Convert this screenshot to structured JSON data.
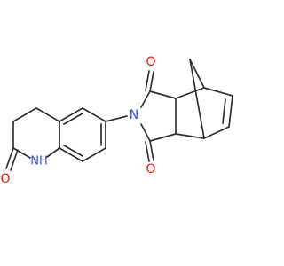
{
  "molecule": {
    "atoms": {
      "carbonyl_o_top": "O",
      "carbonyl_o_bottom": "O",
      "imide_n": "N",
      "lactam_nh": "NH",
      "lactam_o": "O"
    },
    "colors": {
      "bond": "#303030",
      "oxygen": "#ff0d0d",
      "nitrogen": "#3050f8",
      "background": "#ffffff"
    }
  }
}
